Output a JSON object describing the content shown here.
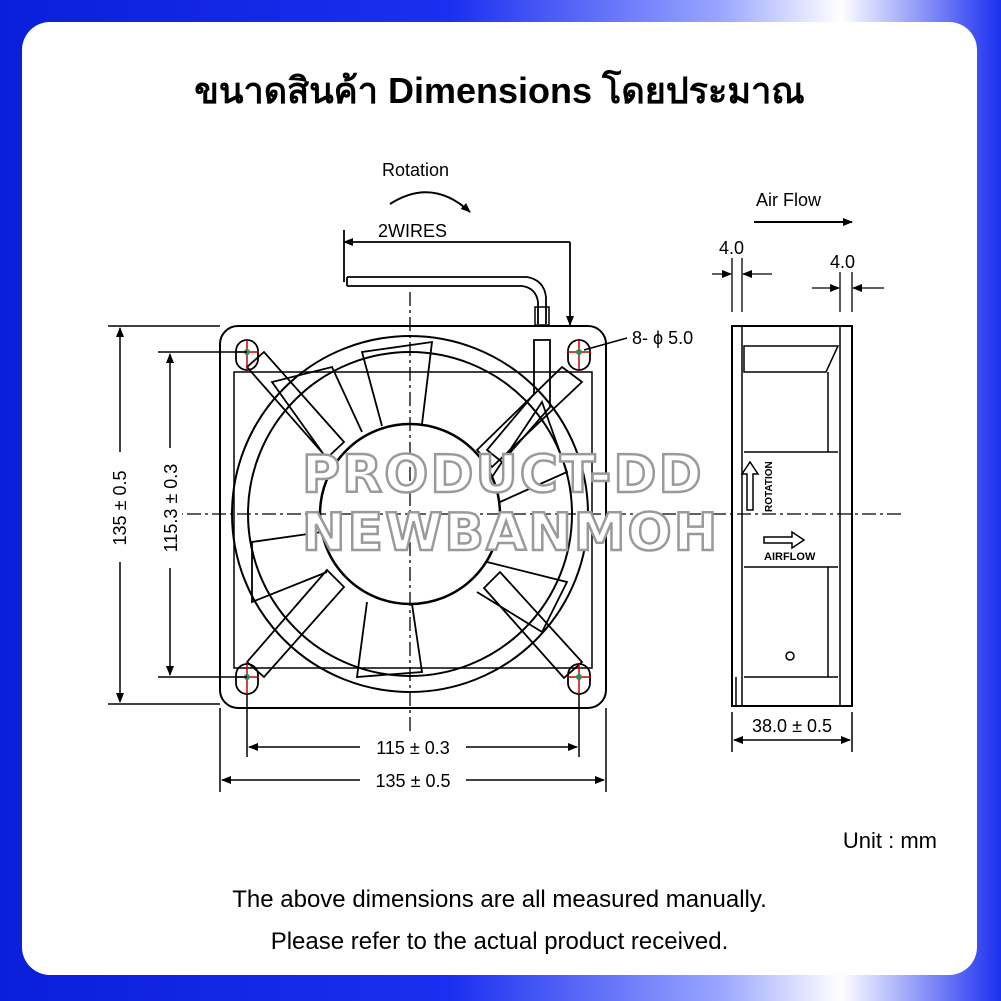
{
  "title": "ขนาดสินค้า Dimensions โดยประมาณ",
  "drawing": {
    "rotation_label": "Rotation",
    "wires_label": "2WIRES",
    "holes_label": "8- ϕ 5.0",
    "airflow_label": "Air Flow",
    "side_left_thickness": "4.0",
    "side_right_thickness": "4.0",
    "outer_height": "135 ± 0.5",
    "hole_spacing_vertical": "115.3 ± 0.3",
    "hole_spacing_horizontal": "115 ± 0.3",
    "outer_width": "135 ± 0.5",
    "depth": "38.0 ± 0.5",
    "side_rotation_text": "ROTATION",
    "side_airflow_text": "AIRFLOW"
  },
  "watermark": {
    "line1": "PRODUCT-DD",
    "line2": "NEWBANMOH"
  },
  "unit": "Unit : mm",
  "notes": [
    "The above dimensions are all measured manually.",
    "Please refer to the actual product received."
  ],
  "colors": {
    "frame_blue": "#1b2ff0",
    "card_bg": "#ffffff",
    "hole_marker": "#2e8b57",
    "centerline_red": "#cc0000"
  }
}
